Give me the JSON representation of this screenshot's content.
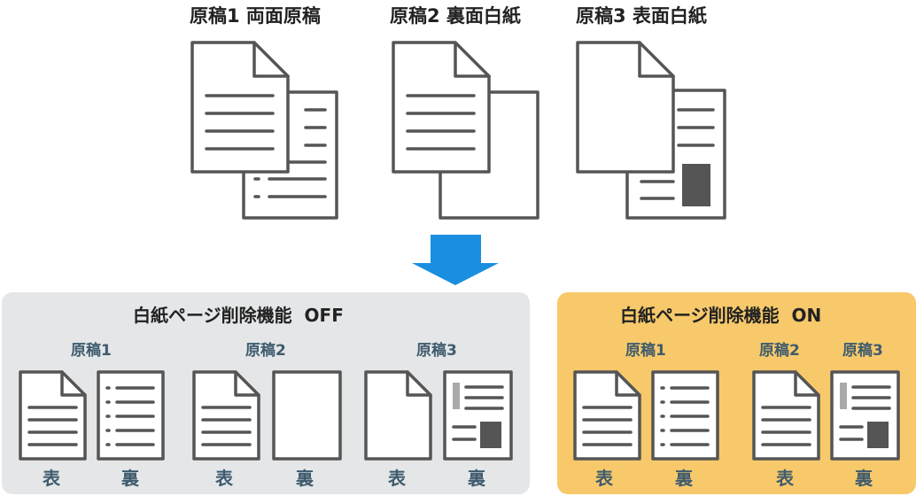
{
  "top_labels": [
    "原稿1 両面原稿",
    "原稿2 裏面白紙",
    "原稿3 表面白紙"
  ],
  "panels": {
    "off": {
      "title": "白紙ページ削除機能  OFF",
      "doc_labels": [
        "原稿1",
        "原稿2",
        "原稿3"
      ],
      "side_labels": [
        "表",
        "裏",
        "表",
        "裏",
        "表",
        "裏"
      ],
      "color": "#e4e6e8"
    },
    "on": {
      "title": "白紙ページ削除機能  ON",
      "doc_labels": [
        "原稿1",
        "原稿2",
        "原稿3"
      ],
      "side_labels": [
        "表",
        "裏",
        "表",
        "裏"
      ],
      "color": "#f7c96a"
    }
  },
  "colors": {
    "arrow": "#1a8fe0",
    "icon_stroke": "#555555",
    "label_text": "#3f5b6e"
  },
  "icons": [
    "document-icon",
    "arrow-down-icon"
  ]
}
